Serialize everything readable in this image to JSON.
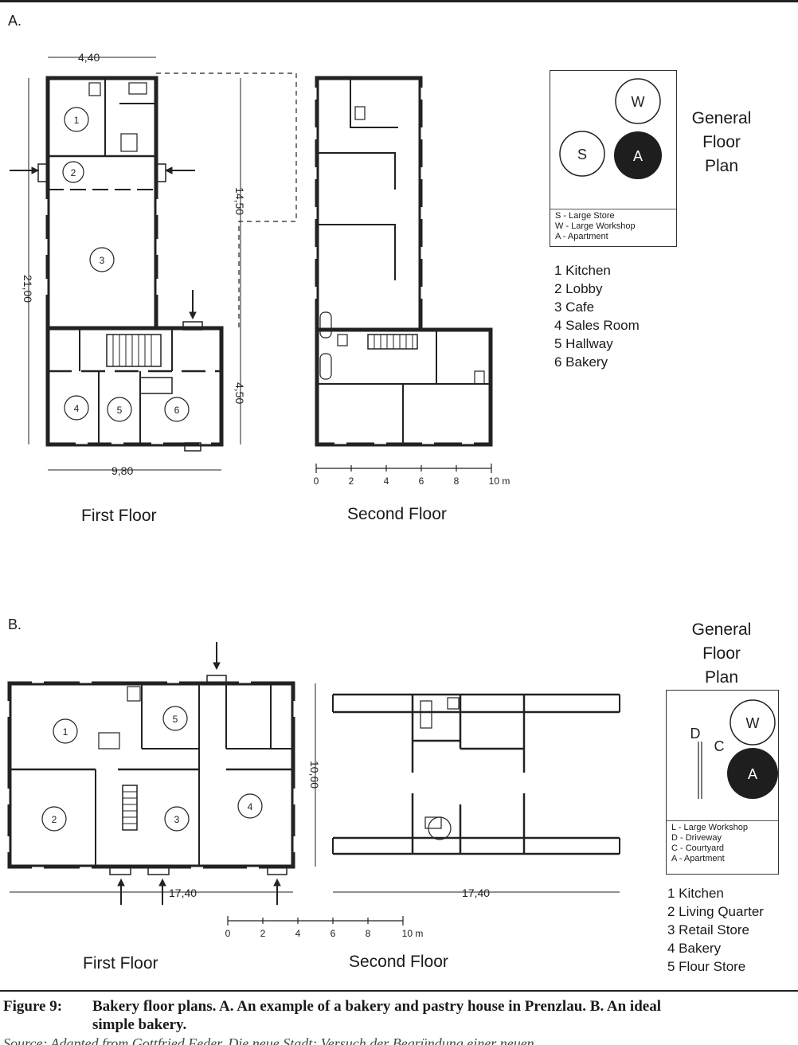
{
  "panel_a": {
    "letter": "A.",
    "first_floor_label": "First Floor",
    "second_floor_label": "Second Floor",
    "dims": {
      "top": "4,40",
      "left": "21,00",
      "right_upper": "14,50",
      "right_lower": "4,50",
      "bottom": "9,80"
    },
    "room_numbers": [
      "1",
      "2",
      "3",
      "4",
      "5",
      "6"
    ],
    "scale_ticks": [
      "0",
      "2",
      "4",
      "6",
      "8",
      "10 m"
    ],
    "general_floor_plan": {
      "title_lines": [
        "General",
        "Floor",
        "Plan"
      ],
      "circles": [
        "W",
        "S",
        "A"
      ],
      "legend": [
        "S - Large Store",
        "W - Large Workshop",
        "A - Apartment"
      ]
    },
    "rooms": [
      "1 Kitchen",
      "2 Lobby",
      "3 Cafe",
      "4 Sales Room",
      "5 Hallway",
      "6 Bakery"
    ]
  },
  "panel_b": {
    "letter": "B.",
    "first_floor_label": "First Floor",
    "second_floor_label": "Second Floor",
    "dims": {
      "height": "10,60",
      "width_first": "17,40",
      "width_second": "17,40"
    },
    "room_numbers": [
      "1",
      "5",
      "2",
      "3",
      "4"
    ],
    "scale_ticks": [
      "0",
      "2",
      "4",
      "6",
      "8",
      "10 m"
    ],
    "general_floor_plan": {
      "title_lines": [
        "General",
        "Floor",
        "Plan"
      ],
      "side_letters": [
        "D",
        "C"
      ],
      "circles": [
        "W",
        "A"
      ],
      "legend": [
        "L - Large Workshop",
        "D - Driveway",
        "C - Courtyard",
        "A - Apartment"
      ]
    },
    "rooms": [
      "1 Kitchen",
      "2 Living Quarter",
      "3 Retail Store",
      "4 Bakery",
      "5 Flour Store"
    ]
  },
  "caption": {
    "label": "Figure 9:",
    "line1": "Bakery floor plans. A. An example of a bakery and pastry house in Prenzlau. B. An ideal",
    "line2": "simple bakery.",
    "source": "Source: Adapted from Gottfried Feder, Die neue Stadt: Versuch der Begründung einer neuen"
  }
}
